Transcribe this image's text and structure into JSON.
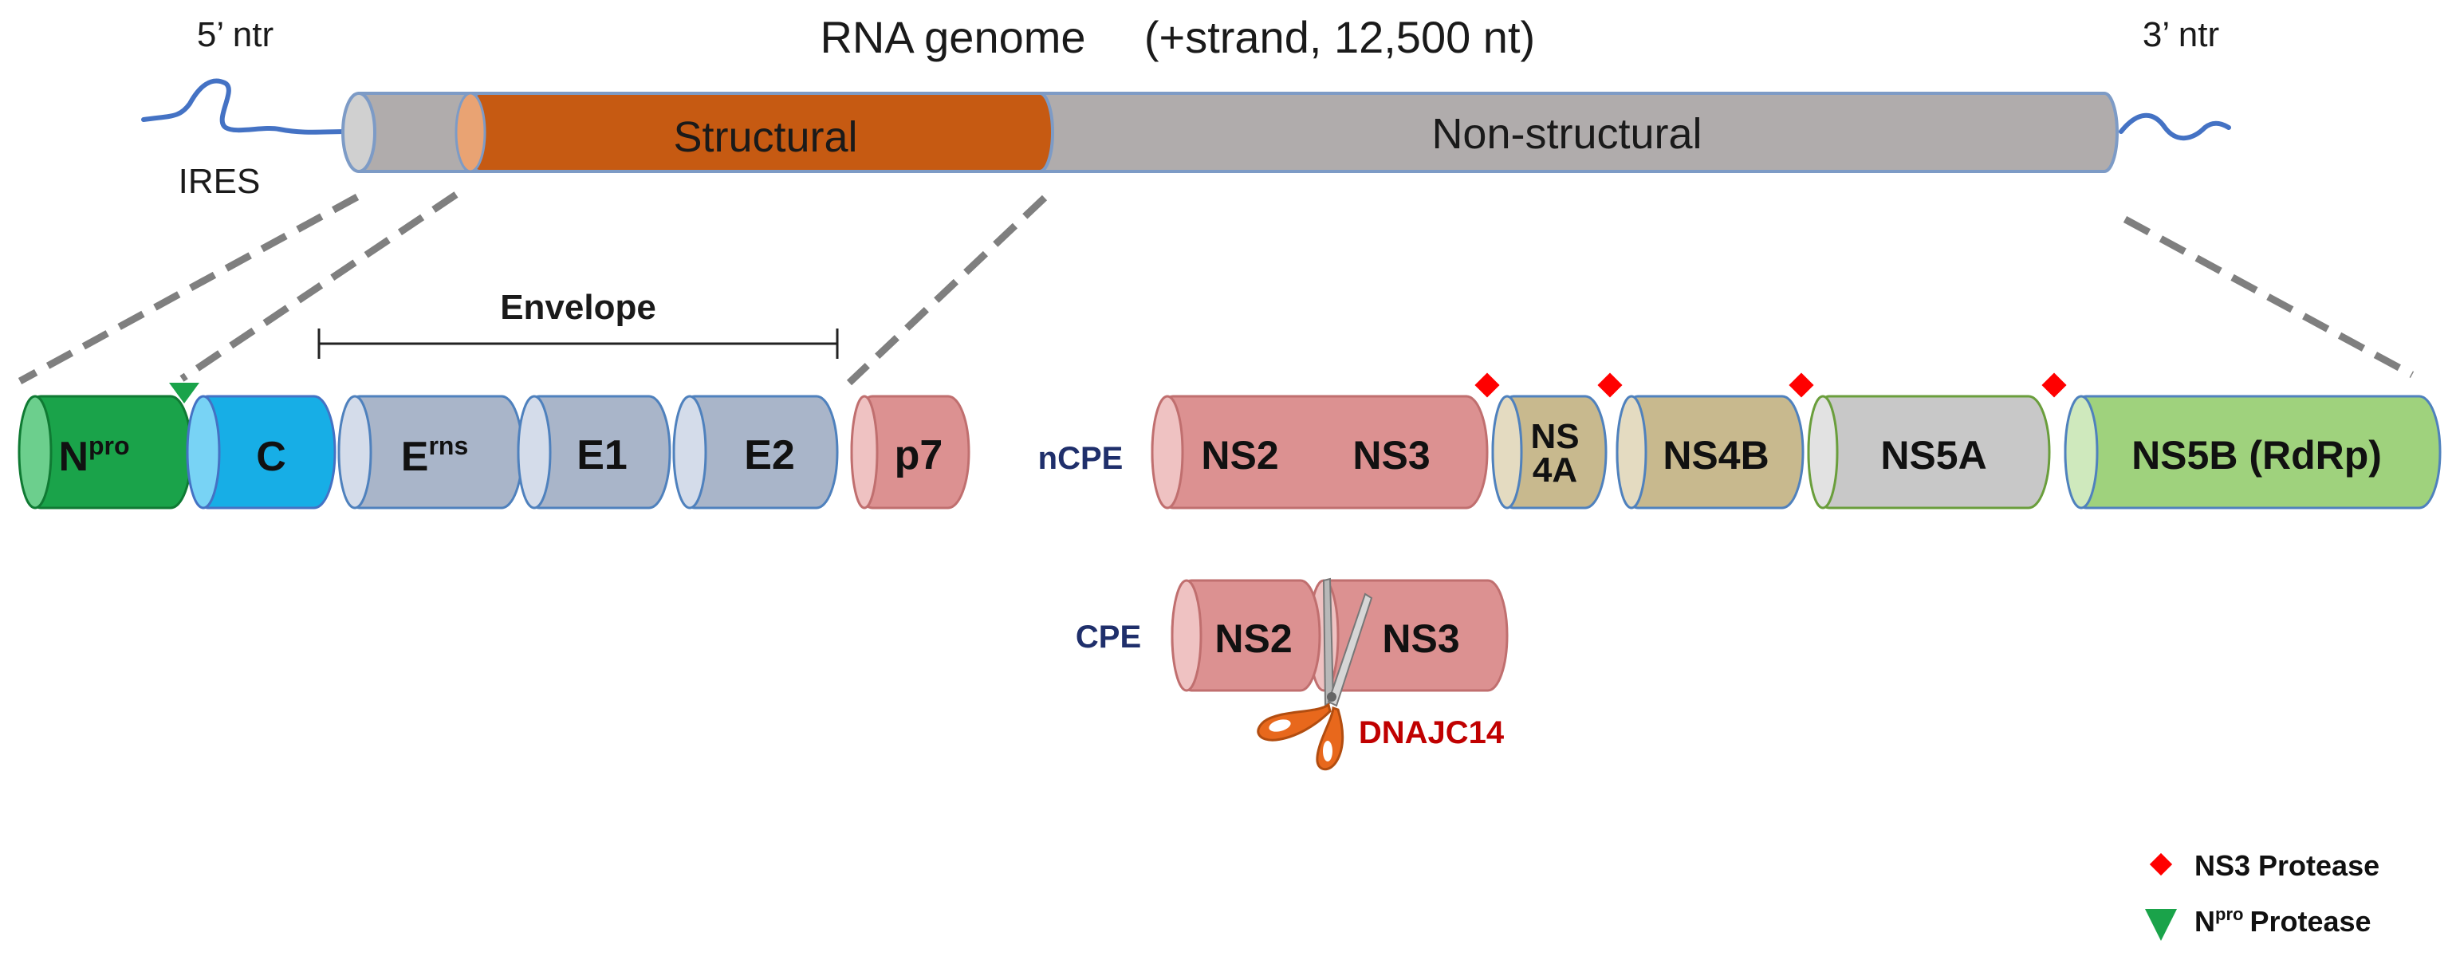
{
  "genome": {
    "title": "RNA genome",
    "subtitle": "(+strand, 12,500 nt)",
    "five_ntr": "5’ ntr",
    "three_ntr": "3’ ntr",
    "ires": "IRES",
    "structural": "Structural",
    "nonstructural": "Non-structural"
  },
  "envelope_label": "Envelope",
  "proteins": {
    "npro": "N",
    "npro_sup": "pro",
    "c": "C",
    "erns": "E",
    "erns_sup": "rns",
    "e1": "E1",
    "e2": "E2",
    "p7": "p7",
    "ncpe": "nCPE",
    "ns2": "NS2",
    "ns3": "NS3",
    "ns4a_line1": "NS",
    "ns4a_line2": "4A",
    "ns4b": "NS4B",
    "ns5a": "NS5A",
    "ns5b": "NS5B (RdRp)",
    "cpe": "CPE",
    "cpe_ns2": "NS2",
    "cpe_ns3": "NS3",
    "dnajc14": "DNAJC14"
  },
  "legend": {
    "ns3_protease": "NS3 Protease",
    "npro_n": "N",
    "npro_sup": "pro",
    "npro_protease": "Protease"
  },
  "colors": {
    "npro": "#1aa34a",
    "capsid": "#17aee6",
    "envelope": "#a9b5c9",
    "pink": "#dc9191",
    "ns4": "#c8b98e",
    "ns5a": "#c8c8c8",
    "ns5b": "#9fd27d",
    "structural": "#c65a12",
    "genome": "#b0acac",
    "marker_red": "#ff0000",
    "marker_green": "#1aa34a",
    "label_navy": "#1f2f6b",
    "label_red": "#c00000"
  }
}
